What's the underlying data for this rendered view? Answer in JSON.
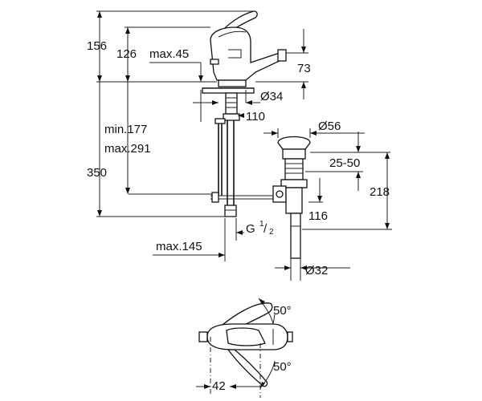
{
  "dimensions": {
    "height_total": "156",
    "height_spout": "126",
    "spout_max": "max.45",
    "aerator_height": "73",
    "diameter_base": "Ø34",
    "hole_depth": "110",
    "range_min": "min.177",
    "range_max": "max.291",
    "height_350": "350",
    "drain_diameter": "Ø56",
    "drain_range": "25-50",
    "drain_218": "218",
    "drain_116": "116",
    "thread_g": "G",
    "thread_num": "1",
    "thread_den": "2",
    "hose_max": "max.145",
    "tail_diameter": "Ø32",
    "angle_top": "50°",
    "angle_bottom": "50°",
    "dim_42": "42"
  }
}
